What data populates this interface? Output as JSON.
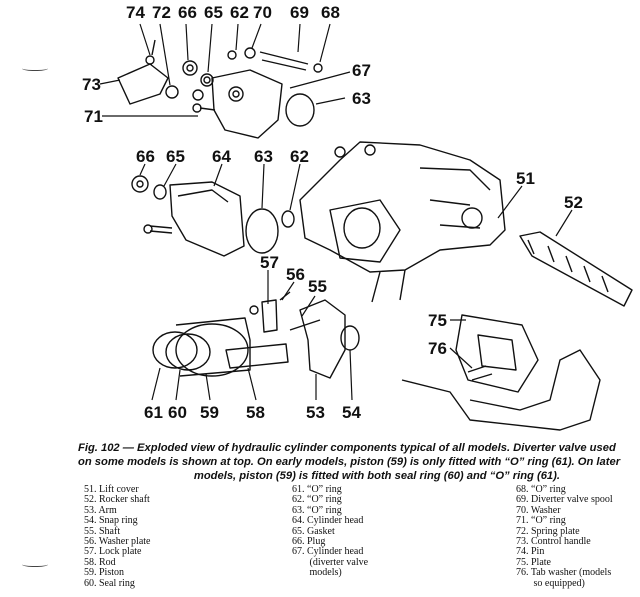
{
  "callouts": [
    "74",
    "72",
    "66",
    "65",
    "62",
    "70",
    "69",
    "68",
    "67",
    "73",
    "63",
    "71",
    "66",
    "65",
    "64",
    "63",
    "62",
    "51",
    "52",
    "57",
    "56",
    "55",
    "75",
    "76",
    "61",
    "60",
    "59",
    "58",
    "53",
    "54"
  ],
  "caption": {
    "line1": "Fig. 102 — Exploded view of hydraulic cylinder components typical of all models. Diverter valve used",
    "line2": "on some models is shown at top. On early models, piston (59) is only fitted with “O” ring (61). On later",
    "line3": "models, piston (59) is fitted with both seal ring (60) and “O” ring (61)."
  },
  "parts": {
    "col1": [
      "51.  Lift cover",
      "52.  Rocker shaft",
      "53.  Arm",
      "54.  Snap ring",
      "55.  Shaft",
      "56.  Washer plate",
      "57.  Lock plate",
      "58.  Rod",
      "59.  Piston",
      "60.  Seal ring"
    ],
    "col2": [
      "61.  “O” ring",
      "62.  “O” ring",
      "63.  “O” ring",
      "64.  Cylinder head",
      "65.  Gasket",
      "66.  Plug",
      "67.  Cylinder head",
      "       (diverter valve",
      "       models)"
    ],
    "col3": [
      "68.  “O” ring",
      "69.  Diverter valve spool",
      "70.  Washer",
      "71.  “O” ring",
      "72.  Spring plate",
      "73.  Control handle",
      "74.  Pin",
      "75.  Plate",
      "76.  Tab washer (models",
      "       so equipped)"
    ]
  }
}
